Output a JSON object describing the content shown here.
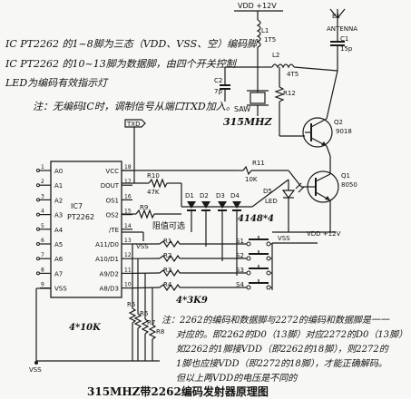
{
  "notes": {
    "line1": "IC PT2262 的1~8脚为三态（VDD、VSS、空）编码脚",
    "line2": "IC PT2262 的10~13脚为数据脚，由四个开关控制",
    "line3": "LED为编码有效指示灯",
    "line4": "注：无编码IC时，调制信号从端口TXD加入。"
  },
  "rf": {
    "vdd": "VDD +12V",
    "e1": "E1",
    "antenna": "ANTENNA",
    "l1": "L1",
    "t5": "1T5",
    "c1": "C1",
    "c1v": "15p",
    "c2": "C2",
    "c2v": "7p",
    "l2": "L2",
    "t5b": "4T5",
    "r12": "R12",
    "saw": "SAW",
    "freq": "315MHZ",
    "q2": "Q2",
    "q2m": "9018",
    "q1": "Q1",
    "q1m": "8050"
  },
  "ic": {
    "left_pins": [
      "A0",
      "A1",
      "A2",
      "A3",
      "A4",
      "A5",
      "A6",
      "A7",
      "VSS"
    ],
    "left_nums": [
      "1",
      "2",
      "3",
      "4",
      "5",
      "6",
      "7",
      "8",
      "9"
    ],
    "right_pins": [
      "VCC",
      "DOUT",
      "OS1",
      "OS2",
      "/TE",
      "A11/D0",
      "A10/D1",
      "A9/D2",
      "A8/D3"
    ],
    "right_nums": [
      "18",
      "17",
      "16",
      "15",
      "14",
      "13",
      "12",
      "11",
      "10"
    ],
    "name1": "IC7",
    "name2": "PT2262"
  },
  "mid": {
    "txd": "TXD",
    "r10": "R10",
    "r10v": "47K",
    "r11": "R11",
    "r11v": "10K",
    "r9": "R9",
    "r9note": "阻值可选",
    "d1": "D1",
    "d2": "D2",
    "d3": "D3",
    "d4": "D4",
    "d5": "D5",
    "led": "LED",
    "diodes": "4148*4",
    "vss1": "VSS",
    "vss2": "VSS",
    "vss3": "VSS",
    "vdd2": "VDD +12V",
    "r1": "R1",
    "r2": "R2",
    "r3": "R3",
    "r4": "R4",
    "r5": "R5",
    "r6": "R6",
    "r7": "R7",
    "r8": "R8",
    "r_3k9": "4*3K9",
    "r_10k": "4*10K",
    "s1": "S1",
    "s2": "S2",
    "s3": "S3",
    "s4": "S4"
  },
  "bottom_note": {
    "l1": "注：2262的编码和数据脚与2272的编码和数据脚是一一",
    "l2": "对应的。即2262的D0（13脚）对应2272的D0（13脚）",
    "l3": "如2262的1脚接VDD（即2262的18脚），则2272的",
    "l4": "1脚也应接VDD（即2272的18脚），才能正确解码。",
    "l5": "但以上两VDD的电压是不同的"
  },
  "caption": "315MHZ带2262编码发射器原理图"
}
